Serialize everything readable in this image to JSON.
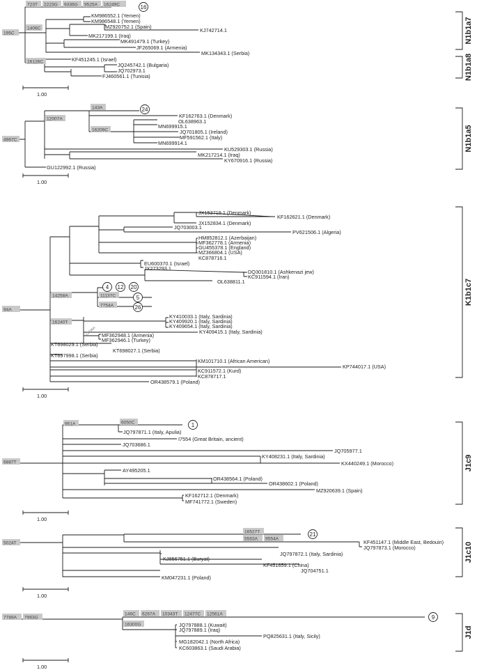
{
  "scale_label": "1.00",
  "panels": [
    {
      "clade": "N1b1a7",
      "mutations": [
        {
          "id": "m_195C",
          "text": "195C"
        },
        {
          "id": "m_1406C",
          "text": "1406C"
        },
        {
          "id": "m_16126C",
          "text": "16126C"
        },
        {
          "id": "m_723T",
          "text": "723T"
        },
        {
          "id": "m_2223G",
          "text": "2223G"
        },
        {
          "id": "m_9336G",
          "text": "9336G"
        },
        {
          "id": "m_9525A",
          "text": "9525A"
        },
        {
          "id": "m_16249C",
          "text": "16249C"
        }
      ],
      "circles": [
        {
          "id": "c16",
          "text": "16"
        }
      ],
      "leaves": [
        {
          "id": "KM986552",
          "text": "KM986552.1 (Yemen)"
        },
        {
          "id": "KM986548",
          "text": "KM986548.1 (Yemen)"
        },
        {
          "id": "MZ920752",
          "text": "MZ920752.1 (Spain)"
        },
        {
          "id": "KJ742714",
          "text": "KJ742714.1"
        },
        {
          "id": "MK217199",
          "text": "MK217199.1 (Iraq)"
        },
        {
          "id": "MK491479",
          "text": "MK491479.1 (Turkey)"
        },
        {
          "id": "JF265069",
          "text": "JF265069.1 (Armenia)"
        },
        {
          "id": "MK134343",
          "text": "MK134343.1 (Serbia)"
        }
      ]
    },
    {
      "clade": "N1b1a8",
      "mutations": [],
      "circles": [],
      "leaves": [
        {
          "id": "KF451245",
          "text": "KF451245.1 (Israel)"
        },
        {
          "id": "JQ245742",
          "text": "JQ245742.1 (Bulgaria)"
        },
        {
          "id": "JQ702973",
          "text": "JQ702973.1"
        },
        {
          "id": "FJ460561",
          "text": "FJ460561.1 (Tunisia)"
        }
      ]
    },
    {
      "clade": "N1b1a5",
      "mutations": [
        {
          "id": "m_4967C",
          "text": "4967C"
        },
        {
          "id": "m_12007A",
          "text": "12007A"
        },
        {
          "id": "m_143A",
          "text": "143A"
        },
        {
          "id": "m_16209C",
          "text": "16209C"
        }
      ],
      "circles": [
        {
          "id": "c24",
          "text": "24"
        }
      ],
      "leaves": [
        {
          "id": "KF162763",
          "text": "KF162763.1 (Denmark)"
        },
        {
          "id": "OL638963",
          "text": "OL638963.1"
        },
        {
          "id": "MN699915",
          "text": "MN699915.1"
        },
        {
          "id": "JQ701805",
          "text": "JQ701805.1 (Ireland)"
        },
        {
          "id": "MF591562",
          "text": "MF591562.1 (Italy)"
        },
        {
          "id": "MN699914",
          "text": "MN699914.1"
        },
        {
          "id": "KU529303",
          "text": "KU529303.1 (Russia)"
        },
        {
          "id": "MK217214",
          "text": "MK217214.1 (Iraq)"
        },
        {
          "id": "KY670916",
          "text": "KY670916.1 (Russia)"
        },
        {
          "id": "GU122992",
          "text": "GU122992.1 (Russia)"
        }
      ]
    },
    {
      "clade": "K1b1c7",
      "mutations": [
        {
          "id": "m_94A",
          "text": "94A"
        },
        {
          "id": "m_14258A",
          "text": "14258A"
        },
        {
          "id": "m_11137C",
          "text": "11137C"
        },
        {
          "id": "m_7754A",
          "text": "7754A"
        },
        {
          "id": "m_16240T",
          "text": "16240T"
        },
        {
          "id": "m_12236A",
          "text": "12236A"
        }
      ],
      "circles": [
        {
          "id": "c4",
          "text": "4"
        },
        {
          "id": "c12",
          "text": "12"
        },
        {
          "id": "c20",
          "text": "20"
        },
        {
          "id": "c5",
          "text": "5"
        },
        {
          "id": "c26",
          "text": "26"
        }
      ],
      "leaves": [
        {
          "id": "JX153719",
          "text": "JX153719.1 (Denmark)"
        },
        {
          "id": "KF162621",
          "text": "KF162621.1 (Denmark)"
        },
        {
          "id": "JX152834",
          "text": "JX152834.1 (Denmark)"
        },
        {
          "id": "JQ703003",
          "text": "JQ703003.1"
        },
        {
          "id": "PV621506",
          "text": "PV621506.1 (Algeria)"
        },
        {
          "id": "HM852812",
          "text": "HM852812.1 (Azerbaijan)"
        },
        {
          "id": "MF362778",
          "text": "MF362778.1 (Armenia)"
        },
        {
          "id": "GU455378",
          "text": "GU455378.1 (England)"
        },
        {
          "id": "MZ366804",
          "text": "MZ366804.1 (USA)"
        },
        {
          "id": "KC878716",
          "text": "KC878716.1"
        },
        {
          "id": "EU600370",
          "text": "EU600370.1 (Israel)"
        },
        {
          "id": "JX273293",
          "text": "JX273293.1"
        },
        {
          "id": "DQ301810",
          "text": "DQ301810.1 (Ashkenazi jew)"
        },
        {
          "id": "KC911594",
          "text": "KC911594.1 (Iran)"
        },
        {
          "id": "OL638811",
          "text": "OL638811.1"
        },
        {
          "id": "KY410033",
          "text": "KY410033.1 (Italy, Sardinia)"
        },
        {
          "id": "KY409920",
          "text": "KY409920.1 (Italy, Sardinia)"
        },
        {
          "id": "KY409654",
          "text": "KY409654.1 (Italy, Sardinia)"
        },
        {
          "id": "KY409415",
          "text": "KY409415.1 (Italy, Sardinia)"
        },
        {
          "id": "MF362948",
          "text": "MF362948.1 (Armenia)"
        },
        {
          "id": "MF362946",
          "text": "MF362946.1 (Turkey)"
        },
        {
          "id": "KT698029",
          "text": "KT698029.1 (Serbia)"
        },
        {
          "id": "KT698027",
          "text": "KT698027.1 (Serbia)"
        },
        {
          "id": "KT697998",
          "text": "KT697998.1 (Serbia)"
        },
        {
          "id": "KM101710",
          "text": "KM101710.1 (African American)"
        },
        {
          "id": "KP744017",
          "text": "KP744017.1 (USA)"
        },
        {
          "id": "KC911572",
          "text": "KC911572.1 (Kurd)"
        },
        {
          "id": "KC878717",
          "text": "KC878717.1"
        },
        {
          "id": "OR438579",
          "text": "OR438579.1 (Poland)"
        }
      ]
    },
    {
      "clade": "J1c9",
      "mutations": [
        {
          "id": "m_6887T",
          "text": "6887T"
        },
        {
          "id": "m_951A",
          "text": "951A"
        },
        {
          "id": "m_6050C",
          "text": "6050C"
        }
      ],
      "circles": [
        {
          "id": "c1",
          "text": "1"
        }
      ],
      "leaves": [
        {
          "id": "JQ797871",
          "text": "JQ797871.1 (Italy, Apulia)"
        },
        {
          "id": "I7554",
          "text": "I7554 (Great Britain, ancient)"
        },
        {
          "id": "JQ703686",
          "text": "JQ703686.1"
        },
        {
          "id": "JQ705977",
          "text": "JQ705977.1"
        },
        {
          "id": "KY408231",
          "text": "KY408231.1 (Italy, Sardinia)"
        },
        {
          "id": "KX440249",
          "text": "KX440249.1 (Morocco)"
        },
        {
          "id": "AY495205",
          "text": "AY495205.1"
        },
        {
          "id": "OR438564",
          "text": "OR438564.1 (Poland)"
        },
        {
          "id": "OR438602",
          "text": "OR438602.1 (Poland)"
        },
        {
          "id": "MZ920639",
          "text": "MZ920639.1 (Spain)"
        },
        {
          "id": "KF162712",
          "text": "KF162712.1 (Denmark)"
        },
        {
          "id": "MF741772",
          "text": "MF741772.1 (Sweden)"
        }
      ]
    },
    {
      "clade": "J1c10",
      "mutations": [
        {
          "id": "m_5024T",
          "text": "5024T"
        },
        {
          "id": "m_16527T",
          "text": "16527T"
        },
        {
          "id": "m_5563A",
          "text": "5563A"
        },
        {
          "id": "m_9554A",
          "text": "9554A"
        }
      ],
      "circles": [
        {
          "id": "c21",
          "text": "21"
        }
      ],
      "leaves": [
        {
          "id": "KF451147",
          "text": "KF451147.1 (Middle East, Bedouin)"
        },
        {
          "id": "JQ797873",
          "text": "JQ797873.1 (Morocco)"
        },
        {
          "id": "JQ797872",
          "text": "JQ797872.1 (Italy, Sardinia)"
        },
        {
          "id": "KJ856751",
          "text": "KJ856751.1 (Buryat)"
        },
        {
          "id": "KF451659",
          "text": "KF451659.1 (China)"
        },
        {
          "id": "JQ704751",
          "text": "JQ704751.1"
        },
        {
          "id": "KM047231",
          "text": "KM047231.1 (Poland)"
        }
      ]
    },
    {
      "clade": "J1d",
      "mutations": [
        {
          "id": "m_7789A",
          "text": "7789A"
        },
        {
          "id": "m_7963G",
          "text": "7963G"
        },
        {
          "id": "m_146C",
          "text": "146C"
        },
        {
          "id": "m_6267A",
          "text": "6267A"
        },
        {
          "id": "m_10343T",
          "text": "10343T"
        },
        {
          "id": "m_12477C",
          "text": "12477C"
        },
        {
          "id": "m_12561A",
          "text": "12561A"
        },
        {
          "id": "m_16300G",
          "text": "16300G"
        }
      ],
      "circles": [
        {
          "id": "c9",
          "text": "9"
        }
      ],
      "leaves": [
        {
          "id": "JQ797888",
          "text": "JQ797888.1 (Kuwait)"
        },
        {
          "id": "JQ797889",
          "text": "JQ797889.1 (Iraq)"
        },
        {
          "id": "PQ825631",
          "text": "PQ825631.1 (Italy, Sicily)"
        },
        {
          "id": "MG182042",
          "text": "MG182042.1 (North Africa)"
        },
        {
          "id": "KC603863",
          "text": "KC603863.1 (Saudi Arabia)"
        }
      ]
    }
  ]
}
